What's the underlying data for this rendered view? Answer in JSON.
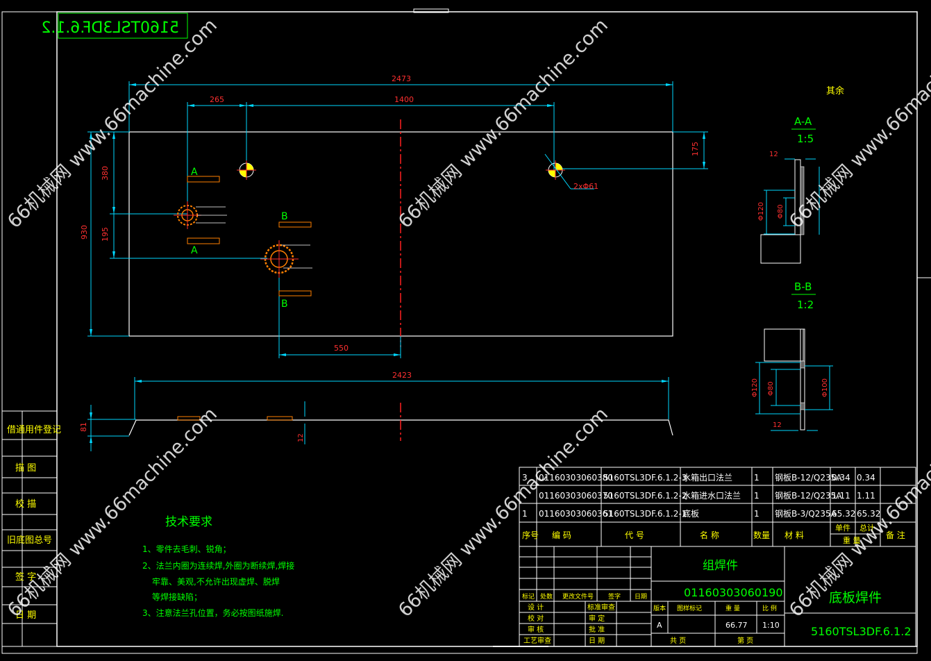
{
  "drawing_code_mirrored": "5160TSL3DF.6.1.2",
  "remaining_note": "其余",
  "watermark": "66机械网 www.66machine.com",
  "dimensions": {
    "d2473": "2473",
    "d265": "265",
    "d1400": "1400",
    "d175": "175",
    "d380": "380",
    "d930": "930",
    "d195": "195",
    "d550": "550",
    "d2423": "2423",
    "d81": "81",
    "d12": "12",
    "holes": "2xΦ61"
  },
  "section_labels": {
    "A": "A",
    "B": "B"
  },
  "sections": {
    "aa_title": "A-A",
    "aa_scale": "1:5",
    "aa_12": "12",
    "aa_d120": "Φ120",
    "aa_d80": "Φ80",
    "bb_title": "B-B",
    "bb_scale": "1:2",
    "bb_d120": "Φ120",
    "bb_d80": "Φ80",
    "bb_d100": "Φ100",
    "bb_12": "12"
  },
  "left_column": [
    "借通用件登记",
    "描 图",
    "校 描",
    "旧底图总号",
    "签 字",
    "日 期"
  ],
  "tech": {
    "title": "技术要求",
    "line1": "1、零件去毛刺、锐角；",
    "line2": "2、法兰内圈为连续焊,外圈为断续焊,焊接",
    "line3": "牢靠、美观,不允许出现虚焊、脱焊",
    "line4": "等焊接缺陷；",
    "line5": "3、注意法兰孔位置，务必按图纸施焊."
  },
  "bom": {
    "rows": [
      {
        "seq": "3",
        "code": "01160303060380",
        "drawing": "5160TSL3DF.6.1.2-3",
        "name": "水箱出口法兰",
        "qty": "1",
        "material": "钢板B-12/Q235A",
        "unit": "0.34",
        "total": "0.34"
      },
      {
        "seq": "",
        "code": "01160303060370",
        "drawing": "5160TSL3DF.6.1.2-2",
        "name": "水箱进水口法兰",
        "qty": "1",
        "material": "钢板B-12/Q235A",
        "unit": "1.11",
        "total": "1.11"
      },
      {
        "seq": "1",
        "code": "01160303060361",
        "drawing": "5160TSL3DF.6.1.2-1",
        "name": "底板",
        "qty": "1",
        "material": "钢板B-3/Q235A",
        "unit": "65.32",
        "total": "65.32"
      }
    ],
    "header": {
      "seq": "序号",
      "code": "编 码",
      "drawing": "代 号",
      "name": "名 称",
      "qty": "数量",
      "material": "材 料",
      "unit": "单件",
      "total": "总计",
      "weight": "重 量",
      "remark": "备 注"
    }
  },
  "title_block": {
    "group": "组焊件",
    "part_code": "01160303060190",
    "part_name": "底板焊件",
    "drawing_no": "5160TSL3DF.6.1.2",
    "rev_labels": {
      "mark": "标记",
      "count": "处数",
      "file": "更改文件号",
      "sign": "签字",
      "date": "日期"
    },
    "design": "设 计",
    "std_review": "标准审查",
    "check": "校 对",
    "review": "审 定",
    "audit": "审 核",
    "approve": "批 准",
    "process": "工艺审查",
    "date": "日 期",
    "stage_label": "版本",
    "mark_label": "图样标记",
    "weight_label": "重 量",
    "scale_label": "比 例",
    "stage": "A",
    "weight": "66.77",
    "scale": "1:10",
    "sheets_total": "共  页",
    "sheet_no": "第  页"
  }
}
